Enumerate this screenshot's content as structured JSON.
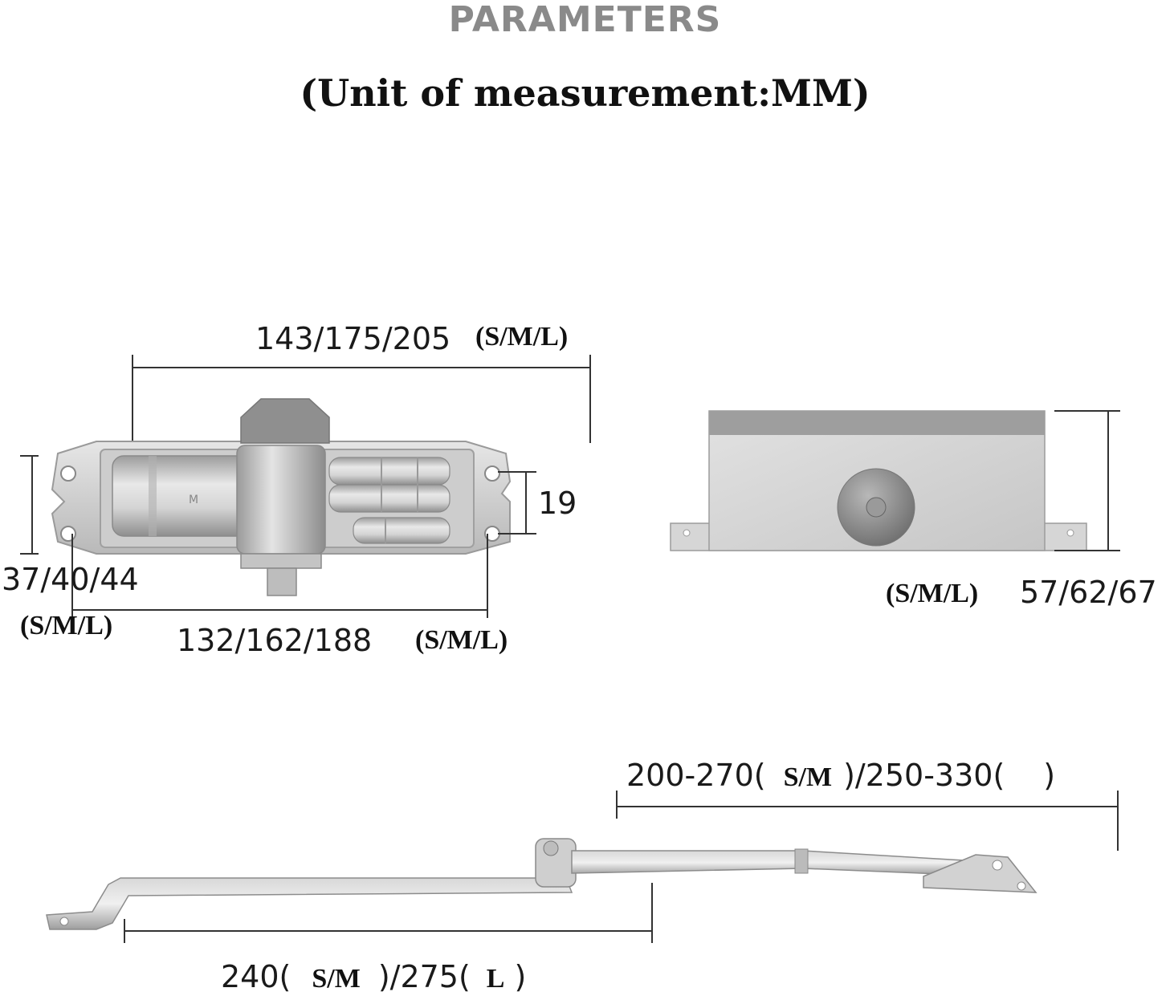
{
  "header": {
    "title": "PARAMETERS",
    "subtitle": "(Unit of measurement:MM)"
  },
  "top_view": {
    "overall_length": "143/175/205",
    "overall_length_sizes": "(S/M/L)",
    "hole_spacing_width": "19",
    "body_width": "37/40/44",
    "body_width_sizes": "(S/M/L)",
    "hole_spacing_length": "132/162/188",
    "hole_spacing_length_sizes": "(S/M/L)",
    "body_marking": "M"
  },
  "side_view": {
    "height_sizes": "(S/M/L)",
    "height": "57/62/67"
  },
  "arm": {
    "upper_arm_prefix": "200-270(",
    "upper_arm_sizes_a": "S/M",
    "upper_arm_mid": ")/250-330(",
    "upper_arm_close": ")",
    "lower_arm_prefix": "240(",
    "lower_arm_sizes_a": "S/M",
    "lower_arm_mid": ")/275(",
    "lower_arm_sizes_b": "L",
    "lower_arm_close": ")"
  }
}
